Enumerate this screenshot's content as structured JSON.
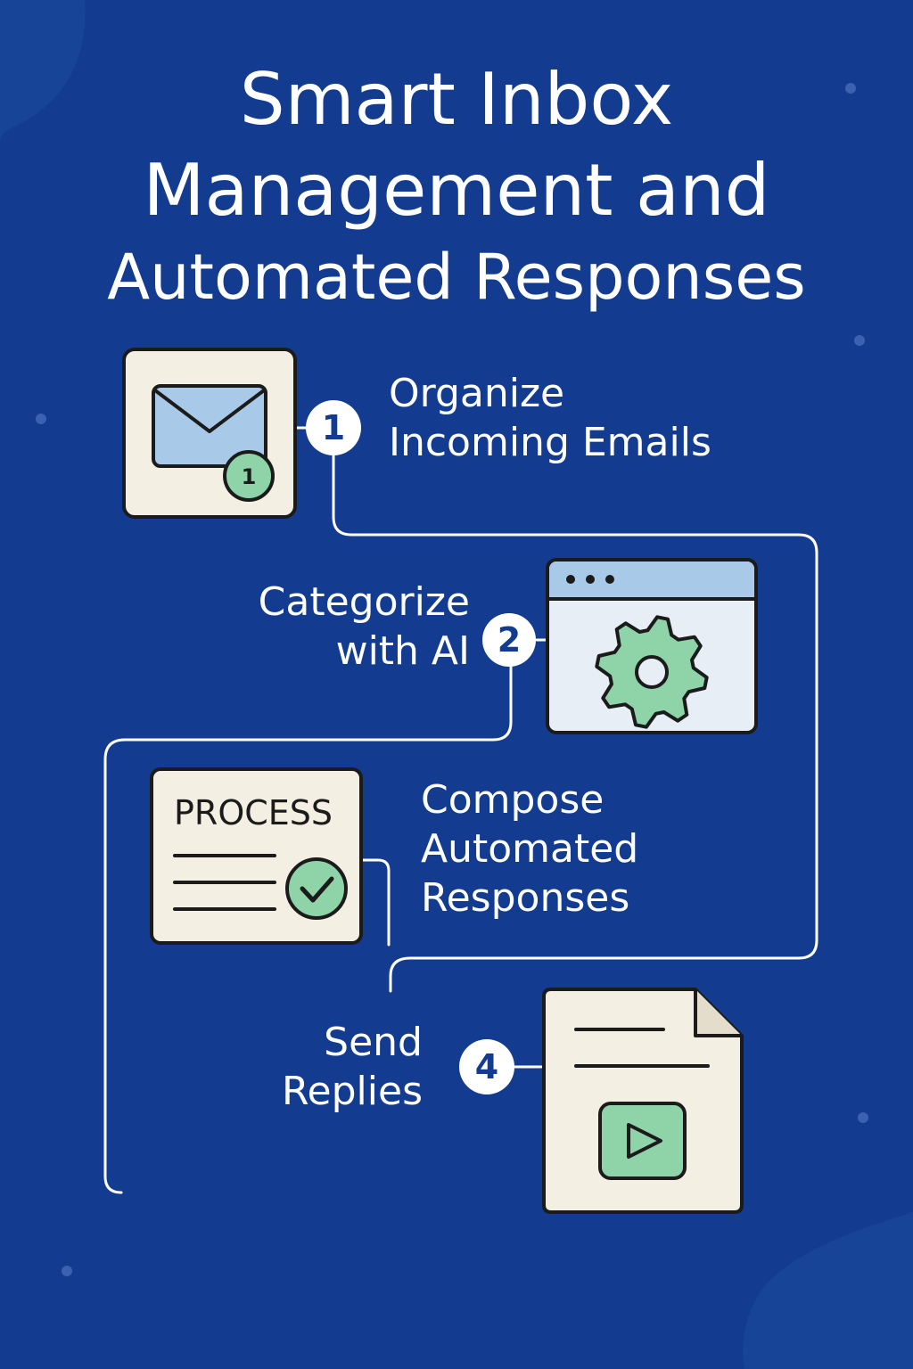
{
  "title": {
    "line1": "Smart Inbox",
    "line2": "Management and",
    "line3": "Automated Responses"
  },
  "steps": [
    {
      "number": "1",
      "label_lines": [
        "Organize",
        "Incoming Emails"
      ],
      "icon": "envelope-icon",
      "icon_badge": "1"
    },
    {
      "number": "2",
      "label_lines": [
        "Categorize",
        "with AI"
      ],
      "icon": "gear-window-icon"
    },
    {
      "number": "",
      "label_lines": [
        "Compose",
        "Automated",
        "Responses"
      ],
      "icon": "process-document-icon",
      "icon_text": "PROCESS"
    },
    {
      "number": "4",
      "label_lines": [
        "Send",
        "Replies"
      ],
      "icon": "play-document-icon"
    }
  ],
  "colors": {
    "background": "#133c91",
    "card": "#f4efe3",
    "outline": "#1b1b1b",
    "accent_green": "#8fd3a9",
    "accent_blue": "#a9c9e8",
    "connector": "#ffffff"
  }
}
